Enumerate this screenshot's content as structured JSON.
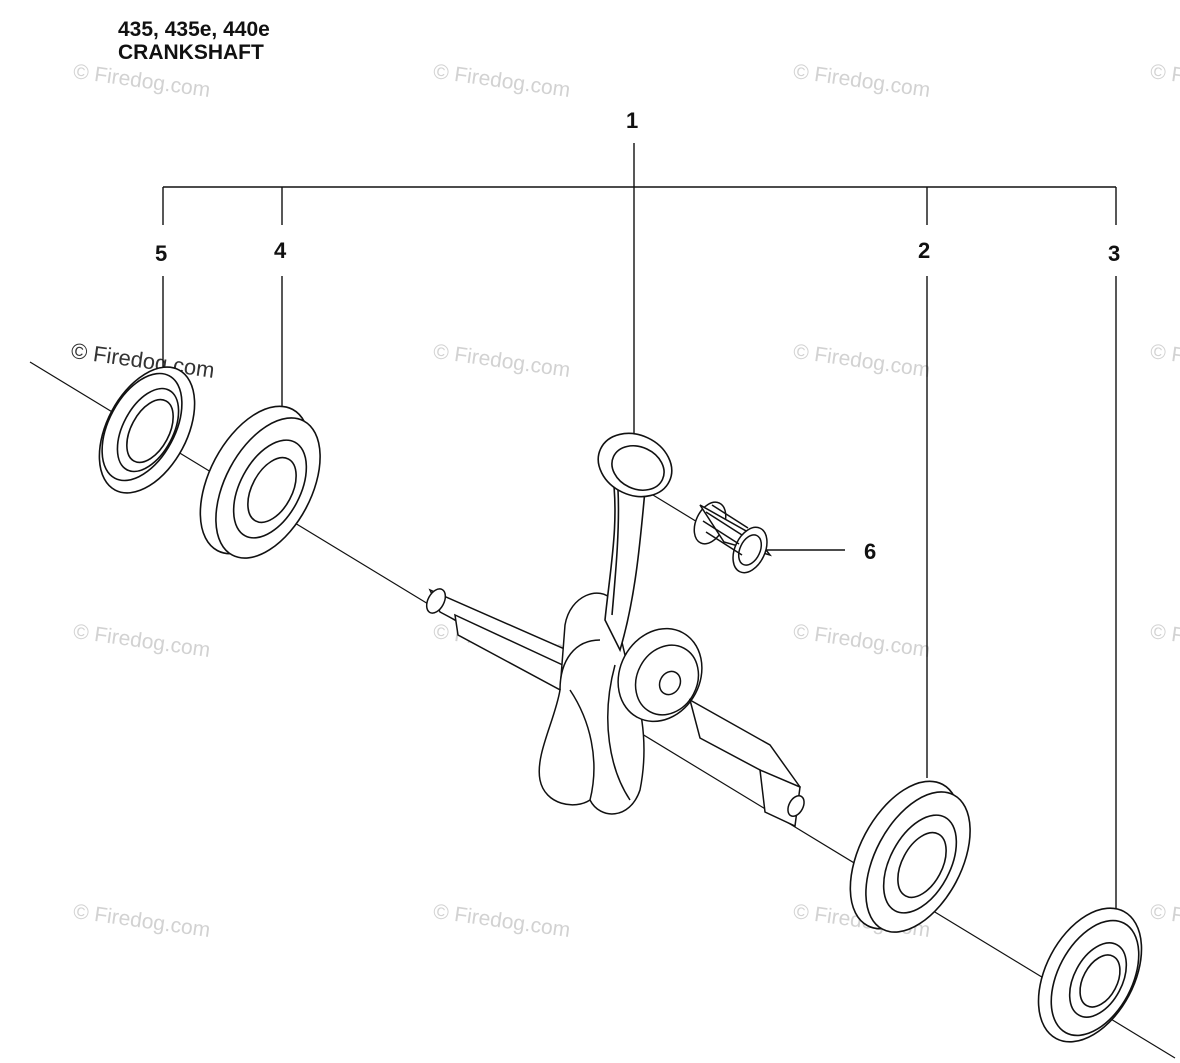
{
  "title": {
    "models": "435, 435e, 440e",
    "section": "CRANKSHAFT"
  },
  "watermark": "© Firedog.com",
  "callouts": {
    "c1": "1",
    "c2": "2",
    "c3": "3",
    "c4": "4",
    "c5": "5",
    "c6": "6"
  }
}
